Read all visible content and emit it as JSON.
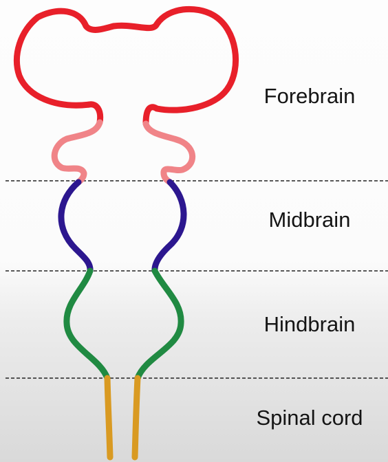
{
  "regions": {
    "forebrain": {
      "label": "Forebrain",
      "color": "#e8202a",
      "light_color": "#f08488"
    },
    "midbrain": {
      "label": "Midbrain",
      "color": "#2c178f"
    },
    "hindbrain": {
      "label": "Hindbrain",
      "color": "#208a42"
    },
    "spinal_cord": {
      "label": "Spinal cord",
      "color": "#d99a22"
    }
  },
  "divider_color": "#222222"
}
